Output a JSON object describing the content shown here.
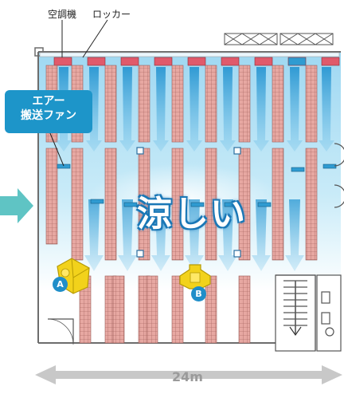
{
  "labels": {
    "aircon": "空調機",
    "locker": "ロッカー",
    "fan_line1": "エアー",
    "fan_line2": "搬送ファン",
    "cool": "涼しい",
    "dimension": "24m",
    "marker_a": "A",
    "marker_b": "B"
  },
  "colors": {
    "wall": "#6d6d6d",
    "locker_fill": "#e7a8a2",
    "locker_grid": "#9a5a55",
    "aircon_red": "#e05a6b",
    "aircon_blue": "#2f9bd1",
    "air_blue": "#7ec8ec",
    "fan_callout": "#1d95c9",
    "marker": "#1f8ec9",
    "fan_yellow": "#f2d21b",
    "dimension_gray": "#c8c8c8"
  },
  "icons": [
    "fan-a-icon",
    "fan-b-icon",
    "entry-arrow-icon",
    "stair-icon",
    "toilet-icon"
  ]
}
